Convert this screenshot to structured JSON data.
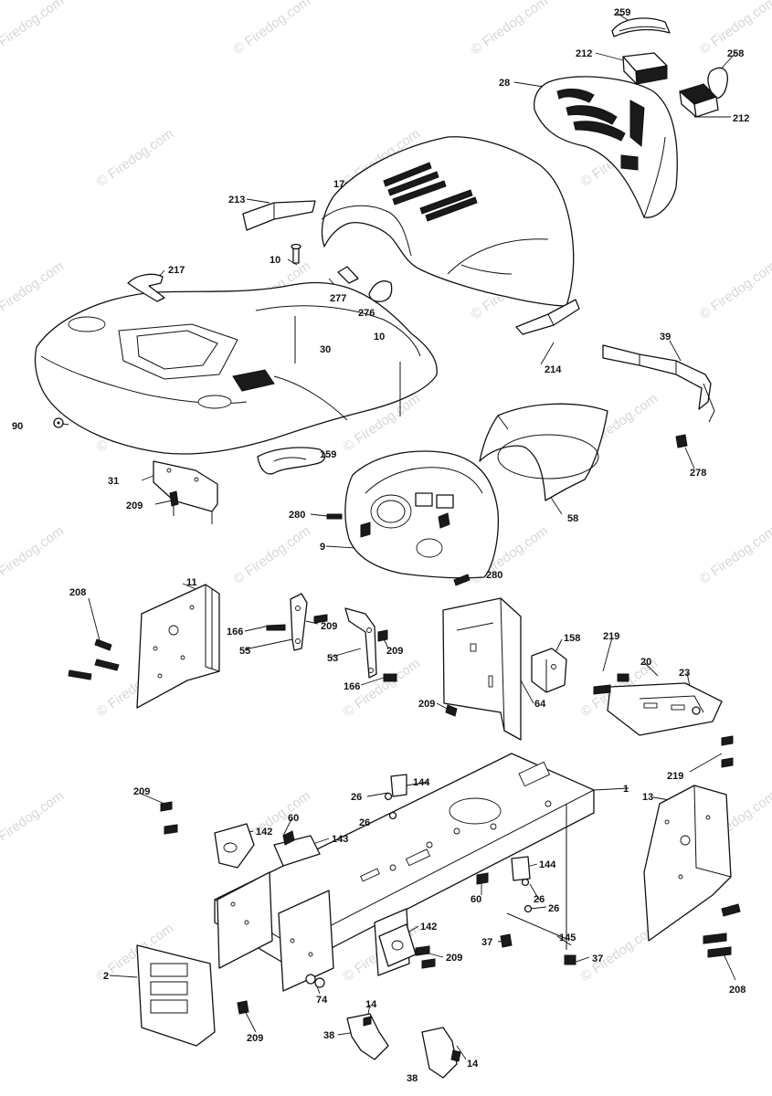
{
  "watermark": {
    "text": "© Firedog.com",
    "color": "#d7d7d7"
  },
  "part_labels": [
    {
      "id": "p259",
      "text": "259"
    },
    {
      "id": "p212a",
      "text": "212"
    },
    {
      "id": "p258",
      "text": "258"
    },
    {
      "id": "p28",
      "text": "28"
    },
    {
      "id": "p212b",
      "text": "212"
    },
    {
      "id": "p17",
      "text": "17"
    },
    {
      "id": "p213",
      "text": "213"
    },
    {
      "id": "p217",
      "text": "217"
    },
    {
      "id": "p10a",
      "text": "10"
    },
    {
      "id": "p277",
      "text": "277"
    },
    {
      "id": "p276",
      "text": "276"
    },
    {
      "id": "p10b",
      "text": "10"
    },
    {
      "id": "p30",
      "text": "30"
    },
    {
      "id": "p214",
      "text": "214"
    },
    {
      "id": "p39",
      "text": "39"
    },
    {
      "id": "p90",
      "text": "90"
    },
    {
      "id": "p159",
      "text": "159"
    },
    {
      "id": "p278",
      "text": "278"
    },
    {
      "id": "p31",
      "text": "31"
    },
    {
      "id": "p209a",
      "text": "209"
    },
    {
      "id": "p280a",
      "text": "280"
    },
    {
      "id": "p58",
      "text": "58"
    },
    {
      "id": "p9",
      "text": "9"
    },
    {
      "id": "p280b",
      "text": "280"
    },
    {
      "id": "p11",
      "text": "11"
    },
    {
      "id": "p208a",
      "text": "208"
    },
    {
      "id": "p166a",
      "text": "166"
    },
    {
      "id": "p209b",
      "text": "209"
    },
    {
      "id": "p55",
      "text": "55"
    },
    {
      "id": "p53",
      "text": "53"
    },
    {
      "id": "p209c",
      "text": "209"
    },
    {
      "id": "p166b",
      "text": "166"
    },
    {
      "id": "p158",
      "text": "158"
    },
    {
      "id": "p219a",
      "text": "219"
    },
    {
      "id": "p20",
      "text": "20"
    },
    {
      "id": "p23",
      "text": "23"
    },
    {
      "id": "p209d",
      "text": "209"
    },
    {
      "id": "p64",
      "text": "64"
    },
    {
      "id": "p219b",
      "text": "219"
    },
    {
      "id": "p144a",
      "text": "144"
    },
    {
      "id": "p1",
      "text": "1"
    },
    {
      "id": "p26a",
      "text": "26"
    },
    {
      "id": "p13",
      "text": "13"
    },
    {
      "id": "p209e",
      "text": "209"
    },
    {
      "id": "p60a",
      "text": "60"
    },
    {
      "id": "p26b",
      "text": "26"
    },
    {
      "id": "p142a",
      "text": "142"
    },
    {
      "id": "p143",
      "text": "143"
    },
    {
      "id": "p144b",
      "text": "144"
    },
    {
      "id": "p26c",
      "text": "26"
    },
    {
      "id": "p60b",
      "text": "60"
    },
    {
      "id": "p26d",
      "text": "26"
    },
    {
      "id": "p142b",
      "text": "142"
    },
    {
      "id": "p37a",
      "text": "37"
    },
    {
      "id": "p145",
      "text": "145"
    },
    {
      "id": "p209f",
      "text": "209"
    },
    {
      "id": "p37b",
      "text": "37"
    },
    {
      "id": "p2",
      "text": "2"
    },
    {
      "id": "p74",
      "text": "74"
    },
    {
      "id": "p208b",
      "text": "208"
    },
    {
      "id": "p14a",
      "text": "14"
    },
    {
      "id": "p209g",
      "text": "209"
    },
    {
      "id": "p38a",
      "text": "38"
    },
    {
      "id": "p38b",
      "text": "38"
    },
    {
      "id": "p14b",
      "text": "14"
    }
  ]
}
